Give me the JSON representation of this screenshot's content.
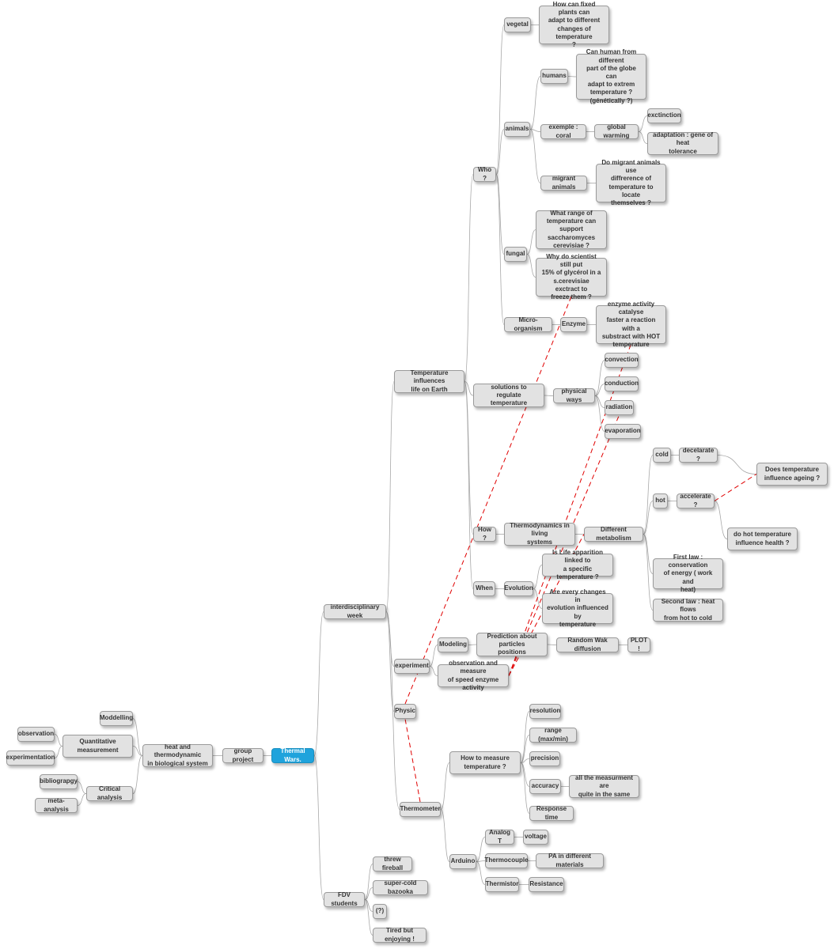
{
  "colors": {
    "root_fill": "#1fa3dc",
    "node_fill": "#e2e2e2",
    "edge": "#a8a8a8",
    "cross_link": "#e00000"
  },
  "nodes": {
    "root": "Thermal Wars.",
    "group_project": "group project",
    "heat_thermo": "heat and thermodynamic\nin biological system",
    "modelling": "Moddelling",
    "quantitative": "Quantitative\nmeasurement",
    "observation": "observation",
    "experimentation": "experimentation",
    "critical": "Critical analysis",
    "bibliography": "bibliograpgy",
    "meta": "meta-analysis",
    "interdisciplinary": "interdisciplinary week",
    "fdv": "FDV students",
    "fireball": "threw fireball",
    "bazooka": "super-cold bazooka",
    "question": "(?)",
    "tired": "Tired but enjoying !",
    "temp_influences": "Temperature influences\nlife on Earth",
    "experiment": "experiment",
    "physic": "Physic",
    "thermometer": "Thermometer",
    "who": "Who ?",
    "solutions": "solutions to regulate\ntemperature",
    "how": "How ?",
    "when": "When",
    "vegetal": "vegetal",
    "fixed_plants": "How can fixed plants can\nadapt to different\nchanges of temperature\n?",
    "animals": "animals",
    "humans": "humans",
    "human_q": "Can human from different\npart of the globe can\nadapt to extrem\ntemperature ?\n(génétically ?)",
    "coral": "exemple : coral",
    "global_warming": "global warming",
    "extinction": "exctinction",
    "adaptation": "adaptation : gene of heat\ntolerance",
    "migrant": "migrant animals",
    "migrant_q": "Do migrant animals use\ndiffrerence of\ntemperature to locate\nthemselves ?",
    "fungal": "fungal",
    "range_q": "What range of\ntemperature can support\nsaccharomyces\ncerevisiae ?",
    "glycerol_q": "Why do scientist still put\n15% of  glycérol in a\ns.cerevisiae exctract to\nfreeze them ?",
    "micro": "Micro-organism",
    "enzyme": "Enzyme",
    "enzyme_q": "enzyme activity catalyse\nfaster a reaction with a\nsubstract with HOT\ntemperature",
    "physical_ways": "physical ways",
    "convection": "convection",
    "conduction": "conduction",
    "radiation": "radiation",
    "evaporation": "evaporation",
    "thermo_living": "Thermodynamics in living\nsystems",
    "metabolism": "Different metabolism",
    "cold": "cold",
    "decelarate": "decelarate ?",
    "ageing_q": "Does temperature\ninfluence ageing ?",
    "hot": "hot",
    "accelerate": "accelerate ?",
    "health_q": "do hot temperature\ninfluence health ?",
    "first_law": "First law : conservation\nof energy ( work and\nheat)",
    "second_law": "Second law : heat flows\nfrom hot to cold",
    "evolution": "Evolution",
    "life_q": "Is Life apparition linked to\na specific temperature ?",
    "changes_q": "Are every changes in\nevolution influenced by\ntemperature",
    "modeling": "Modeling",
    "prediction": "Prediction about particles\npositions",
    "random_walk": "Random Wak diffusion",
    "plot": "PLOT !",
    "obs_enzyme": "observation and measure\nof speed enzyme activity",
    "how_measure": "How to measure\ntemperature ?",
    "resolution": "resolution",
    "range": "range (max/min)",
    "precision": "precision",
    "accuracy": "accuracy",
    "accuracy_note": "all the measurment are\nquite in the same",
    "response": "Response time",
    "arduino": "Arduino",
    "analog": "Analog T",
    "voltage": "voltage",
    "thermocouple": "Thermocouple",
    "pa_materials": "PA in different materials",
    "thermistor": "Thermistor",
    "resistance": "Resistance"
  }
}
